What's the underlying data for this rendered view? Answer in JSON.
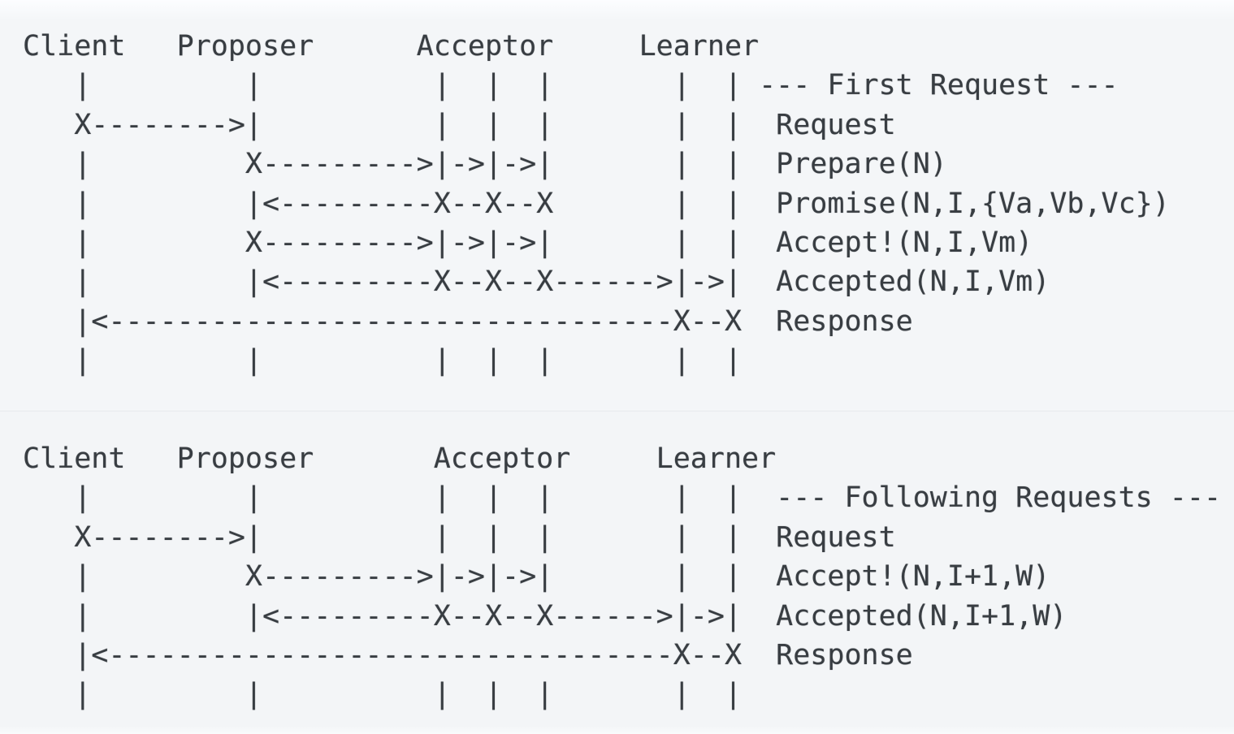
{
  "page": {
    "background_color": "#f3f5f7",
    "text_color": "#383d42",
    "divider_color": "#e8ebee"
  },
  "diagrams": {
    "first_request": {
      "section_label": "--- First Request ---",
      "actors": [
        "Client",
        "Proposer",
        "Acceptor",
        "Learner"
      ],
      "messages": [
        "Request",
        "Prepare(N)",
        "Promise(N,I,{Va,Vb,Vc})",
        "Accept!(N,I,Vm)",
        "Accepted(N,I,Vm)",
        "Response"
      ],
      "ascii_lines": [
        "Client   Proposer      Acceptor     Learner",
        "   |         |          |  |  |       |  | --- First Request ---",
        "   X-------->|          |  |  |       |  |  Request",
        "   |         X--------->|->|->|       |  |  Prepare(N)",
        "   |         |<---------X--X--X       |  |  Promise(N,I,{Va,Vb,Vc})",
        "   |         X--------->|->|->|       |  |  Accept!(N,I,Vm)",
        "   |         |<---------X--X--X------>|->|  Accepted(N,I,Vm)",
        "   |<---------------------------------X--X  Response",
        "   |         |          |  |  |       |  |"
      ]
    },
    "following_requests": {
      "section_label": "--- Following Requests ---",
      "actors": [
        "Client",
        "Proposer",
        "Acceptor",
        "Learner"
      ],
      "messages": [
        "Request",
        "Accept!(N,I+1,W)",
        "Accepted(N,I+1,W)",
        "Response"
      ],
      "ascii_lines": [
        "Client   Proposer       Acceptor     Learner",
        "   |         |          |  |  |       |  |  --- Following Requests ---",
        "   X-------->|          |  |  |       |  |  Request",
        "   |         X--------->|->|->|       |  |  Accept!(N,I+1,W)",
        "   |         |<---------X--X--X------>|->|  Accepted(N,I+1,W)",
        "   |<---------------------------------X--X  Response",
        "   |         |          |  |  |       |  |"
      ]
    }
  }
}
